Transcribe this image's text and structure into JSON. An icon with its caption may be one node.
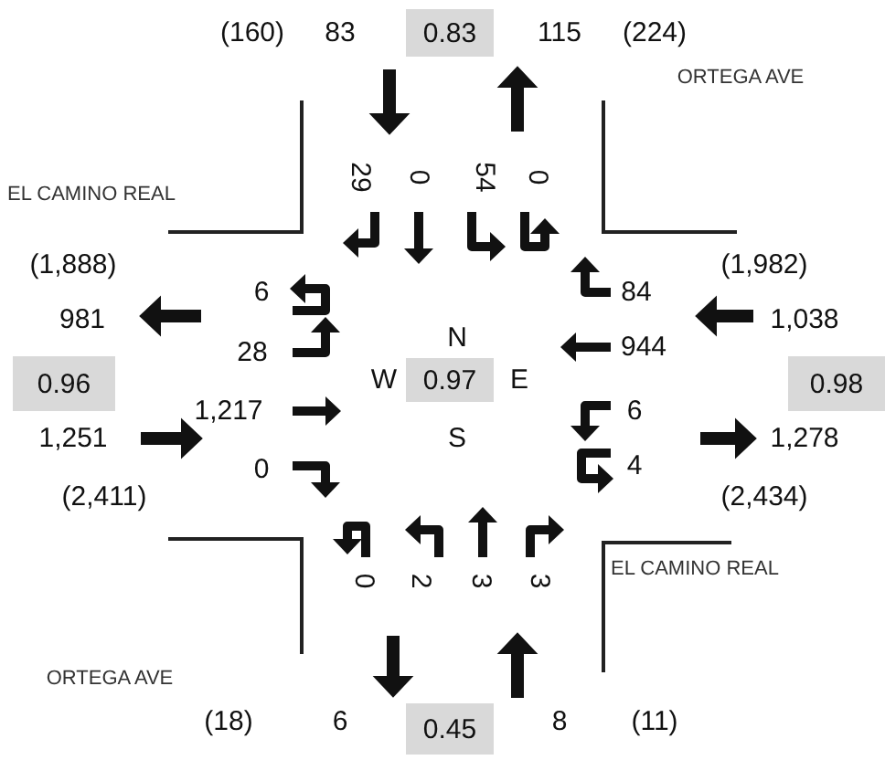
{
  "diagram": {
    "nodes": [
      {
        "text": [
          "0.83"
        ]
      },
      {
        "text": [
          "0.96"
        ]
      },
      {
        "text": [
          "0.97"
        ],
        "beside": [
          "N",
          "W",
          "E",
          "S"
        ]
      },
      {
        "text": [
          "0.98"
        ]
      },
      {
        "text": [
          "0.45"
        ]
      }
    ],
    "labels": [
      "(160)",
      "83",
      "115",
      "(224)",
      "ORTEGA AVE",
      "29",
      "0",
      "54",
      "0",
      "EL CAMINO REAL",
      "(1,888)",
      "6",
      "84",
      "(1,982)",
      "981",
      "1,038",
      "28",
      "944",
      "1,217",
      "6",
      "1,251",
      "1,278",
      "0",
      "4",
      "(2,411)",
      "(2,434)",
      "0",
      "2",
      "3",
      "3",
      "EL CAMINO REAL",
      "ORTEGA AVE",
      "(18)",
      "6",
      "8",
      "(11)"
    ]
  }
}
